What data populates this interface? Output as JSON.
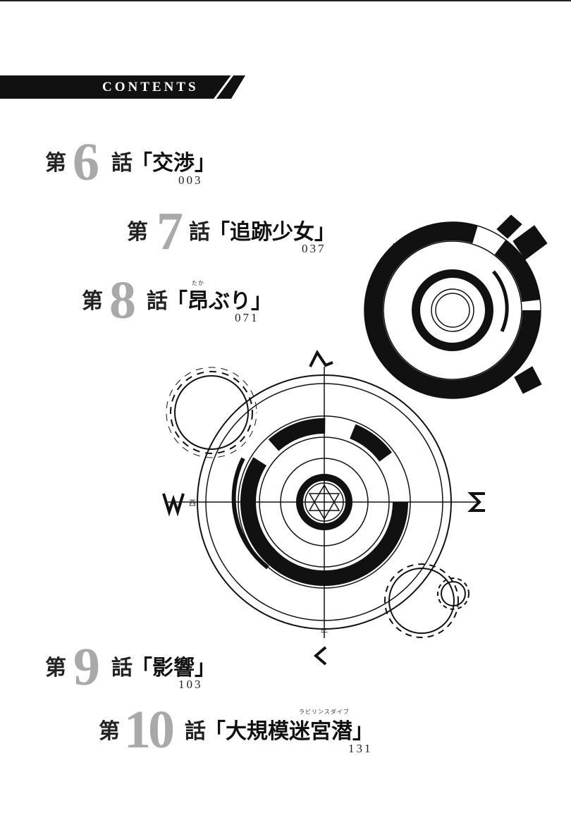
{
  "header": {
    "title": "CONTENTS"
  },
  "chapters": [
    {
      "prefix": "第",
      "number": "6",
      "suffix": "話",
      "title": "「交渉」",
      "page": "003"
    },
    {
      "prefix": "第",
      "number": "7",
      "suffix": "話",
      "title": "「追跡少女」",
      "page": "037"
    },
    {
      "prefix": "第",
      "number": "8",
      "suffix": "話",
      "title": "「昂ぶり」",
      "ruby": "たか",
      "page": "071"
    },
    {
      "prefix": "第",
      "number": "9",
      "suffix": "話",
      "title": "「影響」",
      "page": "103"
    },
    {
      "prefix": "第",
      "number": "10",
      "suffix": "話",
      "title": "「大規模迷宮潜」",
      "ruby": "ラビリンスダイブ",
      "page": "131"
    }
  ],
  "illustration": {
    "small_circle_label": "弐",
    "west_label": "西",
    "south_label": "午",
    "icons": [
      "magic-circle",
      "gear",
      "compass"
    ]
  }
}
